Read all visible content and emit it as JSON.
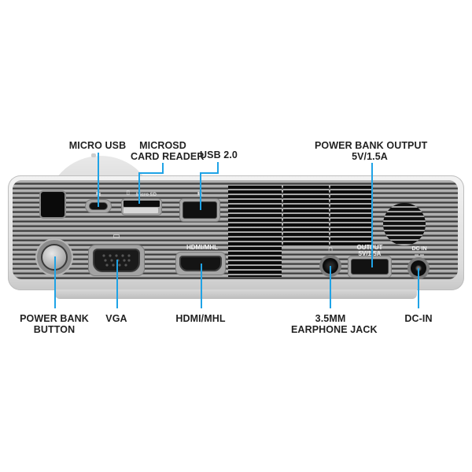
{
  "product": "Projector rear I/O panel",
  "accent_color": "#1fa3e6",
  "callouts_top": [
    {
      "id": "micro-usb",
      "lines": [
        "MICRO USB"
      ]
    },
    {
      "id": "microsd",
      "lines": [
        "MICROSD",
        "CARD READER"
      ]
    },
    {
      "id": "usb2",
      "lines": [
        "USB 2.0"
      ]
    },
    {
      "id": "power-bank-output",
      "lines": [
        "POWER BANK OUTPUT",
        "5V/1.5A"
      ]
    }
  ],
  "callouts_bottom": [
    {
      "id": "power-bank-button",
      "lines": [
        "POWER BANK",
        "BUTTON"
      ]
    },
    {
      "id": "vga",
      "lines": [
        "VGA"
      ]
    },
    {
      "id": "hdmi",
      "lines": [
        "HDMI/MHL"
      ]
    },
    {
      "id": "earphone",
      "lines": [
        "3.5MM",
        "EARPHONE JACK"
      ]
    },
    {
      "id": "dc-in",
      "lines": [
        "DC-IN"
      ]
    }
  ],
  "panel_markings": {
    "microsd": "Micro SD",
    "hdmi": "HDMI/MHL",
    "output_line1": "OUTPUT",
    "output_line2": "5V/1.5A",
    "dcin": "DC IN"
  },
  "icons": {
    "usb": "usb-icon",
    "sd": "sd-card-icon",
    "monitor": "monitor-icon",
    "headphones": "headphones-icon"
  }
}
